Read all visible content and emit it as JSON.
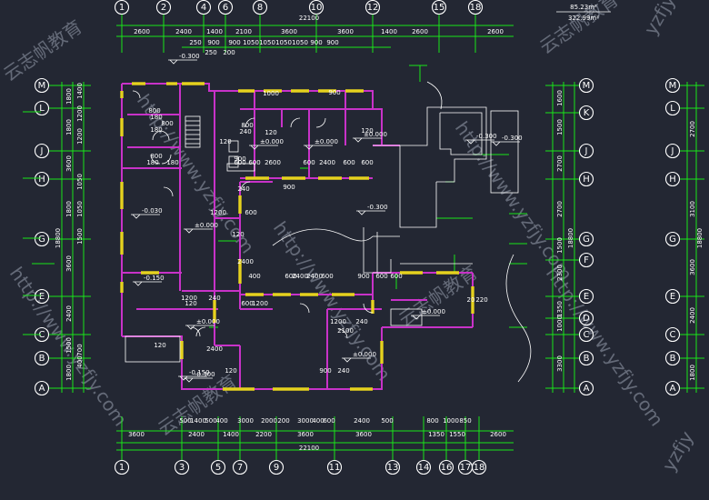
{
  "area_box": {
    "line1": "85.23m²",
    "line2": "322.99m²"
  },
  "top_axes": [
    "1",
    "2",
    "4",
    "6",
    "8",
    "10",
    "12",
    "15",
    "18"
  ],
  "bottom_axes": [
    "1",
    "3",
    "5",
    "7",
    "9",
    "11",
    "13",
    "14",
    "16",
    "17",
    "18"
  ],
  "left_axes": [
    "M",
    "L",
    "J",
    "H",
    "G",
    "E",
    "C",
    "B",
    "A"
  ],
  "right_axes": [
    "M",
    "K",
    "J",
    "H",
    "G",
    "F",
    "E",
    "D",
    "C",
    "B",
    "A"
  ],
  "far_right_axes": [
    "M",
    "L",
    "J",
    "H",
    "G",
    "E",
    "C",
    "B",
    "A"
  ],
  "top_total": "22100",
  "bottom_total": "22100",
  "top_dims_row1": [
    "2600",
    "2400",
    "1400",
    "2100",
    "3600",
    "3600",
    "1400",
    "2600",
    "2600"
  ],
  "top_dims_row2": [
    "250",
    "900",
    "900",
    "1050",
    "1050",
    "1050",
    "1050",
    "900",
    "900"
  ],
  "top_dims_row3": [
    "250",
    "200"
  ],
  "bottom_dims_row1": [
    "500",
    "1400",
    "500",
    "400",
    "3000",
    "2000",
    "200",
    "3000",
    "400",
    "600",
    "2400",
    "500",
    "800",
    "1000",
    "850"
  ],
  "bottom_dims_row2": [
    "3600",
    "2400",
    "1400",
    "2200",
    "3600",
    "3600",
    "1350",
    "1550",
    "2600"
  ],
  "left_dims_outer": [
    "1800",
    "1800",
    "3600",
    "1800",
    "3600",
    "2400",
    "1500",
    "1800"
  ],
  "left_dims_inner": [
    "1400",
    "1200",
    "1200",
    "1050",
    "1050",
    "1500",
    "700",
    "400"
  ],
  "left_total": "18800",
  "right_dims_outer": [
    "1600",
    "1500",
    "2700",
    "2700",
    "1500",
    "2300",
    "1350",
    "1000",
    "3300"
  ],
  "right_total": "18800",
  "far_right_dims": [
    "2700",
    "3100",
    "3600",
    "2400",
    "1800"
  ],
  "far_right_total": "18800",
  "levels": [
    "-0.300",
    "±0.000",
    "±0.000",
    "±0.000",
    "-0.030",
    "-0.300",
    "±0.000",
    "-0.150",
    "±0.000",
    "-0.150",
    "-0.300",
    "±0.000",
    "-0.300",
    "-0.300",
    "±0.000"
  ],
  "interior_dims": [
    "800",
    "800",
    "180",
    "180",
    "800",
    "180",
    "180",
    "1000",
    "800",
    "240",
    "900",
    "120",
    "120",
    "900",
    "600",
    "600",
    "2600",
    "600",
    "2400",
    "600",
    "600",
    "2400",
    "600",
    "2400",
    "600",
    "1200",
    "600",
    "900",
    "600",
    "600",
    "120",
    "240",
    "120",
    "120",
    "120",
    "900",
    "240",
    "2100",
    "1200",
    "240",
    "2400",
    "1200",
    "2400",
    "400",
    "1200",
    "600",
    "900",
    "20",
    "220",
    "240",
    "120"
  ],
  "watermarks": [
    "http://www.yzfjy.com",
    "云志帆教育",
    "yzfjy"
  ]
}
